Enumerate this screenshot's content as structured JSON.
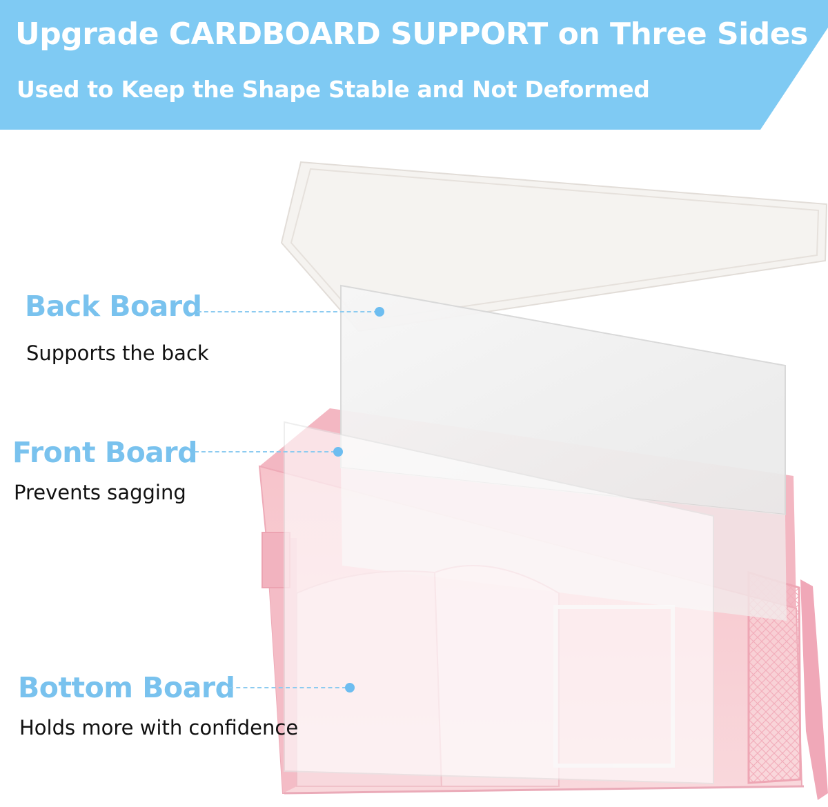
{
  "header": {
    "title": "Upgrade CARDBOARD SUPPORT on Three Sides",
    "subtitle": "Used to Keep the Shape Stable and Not Deformed",
    "background_color": "#7fcaf3",
    "text_color": "#ffffff"
  },
  "callouts": [
    {
      "label": "Back Board",
      "description": "Supports the back"
    },
    {
      "label": "Front Board",
      "description": "Prevents sagging"
    },
    {
      "label": "Bottom Board",
      "description": "Holds more with confidence"
    }
  ],
  "colors": {
    "label": "#79c2ee",
    "leader": "#8ccbf0",
    "organizer_pink": "#f6c9cf",
    "board_white": "#f4f4f4"
  }
}
